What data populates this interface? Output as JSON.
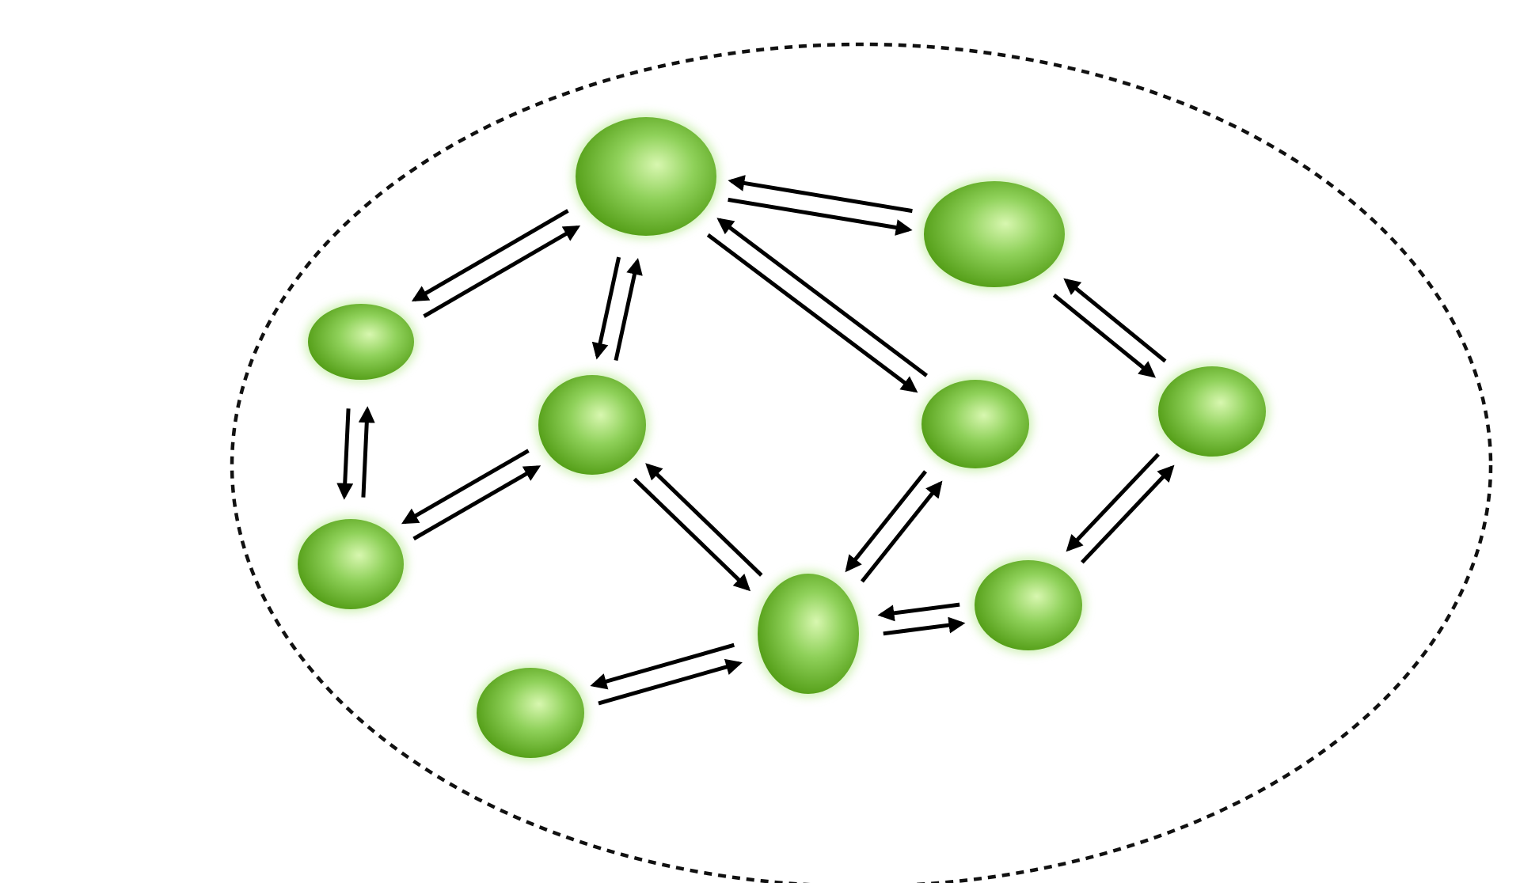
{
  "diagram": {
    "colors": {
      "background": "#ffffff",
      "boundary": "#111111",
      "arrow": "#000000",
      "node_light": "#d8f7b0",
      "node_mid": "#8fd15a",
      "node_dark": "#4f9a12",
      "node_glow": "#a8e57a"
    },
    "boundary": {
      "style": "dashed",
      "icon": "dotted-ellipse"
    },
    "nodes": [
      {
        "id": "node-top-center"
      },
      {
        "id": "node-top-right"
      },
      {
        "id": "node-left-upper"
      },
      {
        "id": "node-center-left"
      },
      {
        "id": "node-center-right"
      },
      {
        "id": "node-right"
      },
      {
        "id": "node-left-lower"
      },
      {
        "id": "node-bottom-center"
      },
      {
        "id": "node-bottom-right"
      },
      {
        "id": "node-bottom-left"
      }
    ],
    "links": [
      {
        "from": "node-left-upper",
        "to": "node-top-center",
        "type": "reversible"
      },
      {
        "from": "node-top-center",
        "to": "node-top-right",
        "type": "reversible"
      },
      {
        "from": "node-center-left",
        "to": "node-top-center",
        "type": "reversible"
      },
      {
        "from": "node-top-center",
        "to": "node-center-right",
        "type": "reversible"
      },
      {
        "from": "node-top-right",
        "to": "node-right",
        "type": "reversible"
      },
      {
        "from": "node-left-upper",
        "to": "node-left-lower",
        "type": "reversible"
      },
      {
        "from": "node-left-lower",
        "to": "node-center-left",
        "type": "reversible"
      },
      {
        "from": "node-center-left",
        "to": "node-bottom-center",
        "type": "reversible"
      },
      {
        "from": "node-bottom-center",
        "to": "node-center-right",
        "type": "reversible"
      },
      {
        "from": "node-bottom-center",
        "to": "node-bottom-right",
        "type": "reversible"
      },
      {
        "from": "node-bottom-right",
        "to": "node-right",
        "type": "reversible"
      },
      {
        "from": "node-bottom-left",
        "to": "node-bottom-center",
        "type": "reversible"
      }
    ]
  }
}
